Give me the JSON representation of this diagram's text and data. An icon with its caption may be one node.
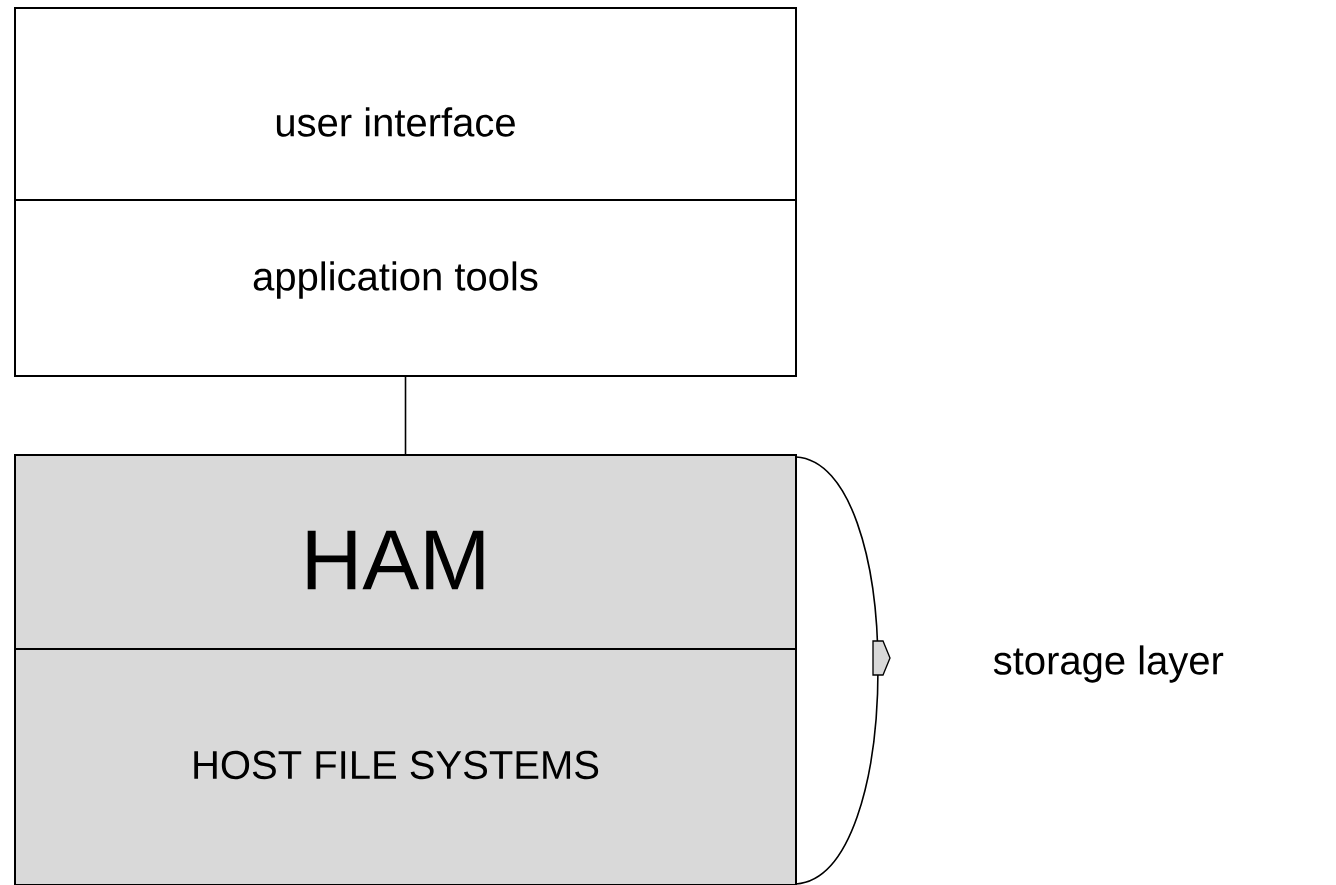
{
  "diagram": {
    "nodes": [
      {
        "text": [
          "user interface"
        ]
      },
      {
        "text": [
          "application tools"
        ]
      },
      {
        "text": [
          "HAM"
        ]
      },
      {
        "text": [
          "HOST FILE SYSTEMS"
        ]
      }
    ],
    "edges": [
      {
        "from": 1,
        "to": 2,
        "arrow": "none"
      }
    ],
    "labels": [
      "storage layer"
    ]
  }
}
